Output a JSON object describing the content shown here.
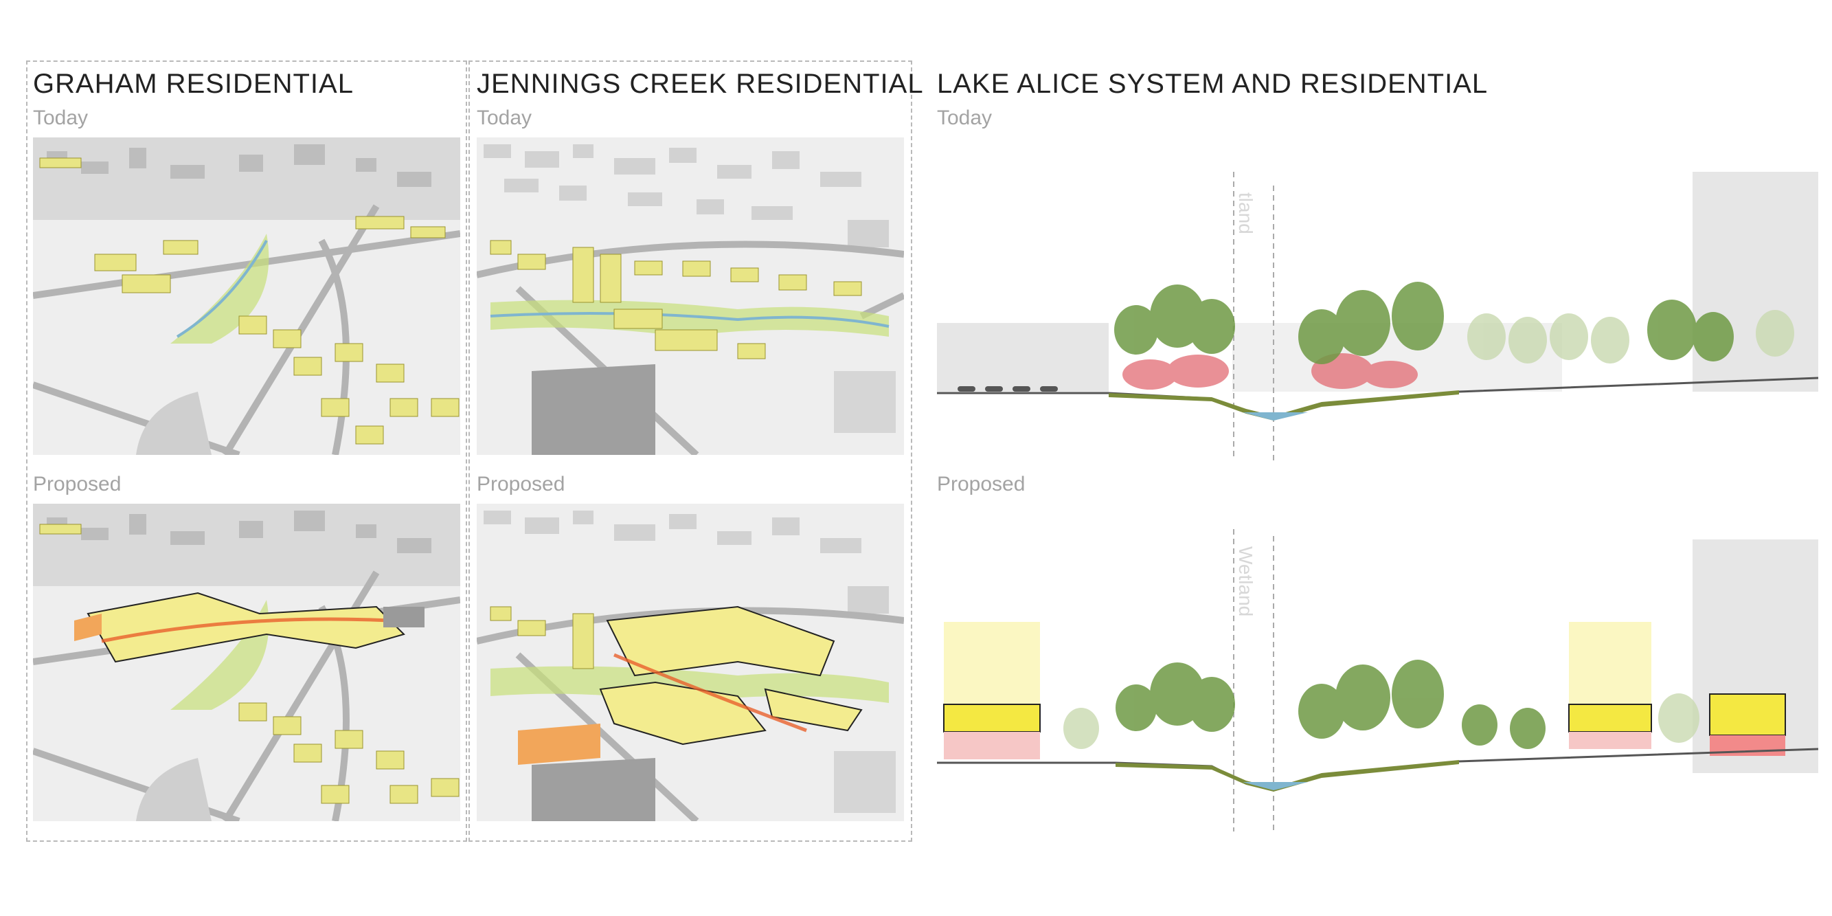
{
  "panels": {
    "graham": {
      "title": "GRAHAM RESIDENTIAL",
      "today_label": "Today",
      "proposed_label": "Proposed"
    },
    "jennings": {
      "title": "JENNINGS CREEK RESIDENTIAL",
      "today_label": "Today",
      "proposed_label": "Proposed"
    },
    "lake_alice": {
      "title": "LAKE ALICE SYSTEM AND RESIDENTIAL",
      "today_label": "Today",
      "proposed_label": "Proposed",
      "wetland_label_proposed": "Wetland",
      "wetland_label_today": "tland"
    }
  },
  "colors": {
    "frame_dash": "#b9b9b9",
    "building_existing": "#e8e585",
    "building_proposed": "#f3ec8f",
    "highlight_orange": "#f2a65a",
    "greenway": "#c8e07a",
    "water": "#7fb5cf",
    "tree_green": "#6f9a45",
    "tree_red": "#e26b73",
    "section_gray": "#e6e6e6"
  }
}
